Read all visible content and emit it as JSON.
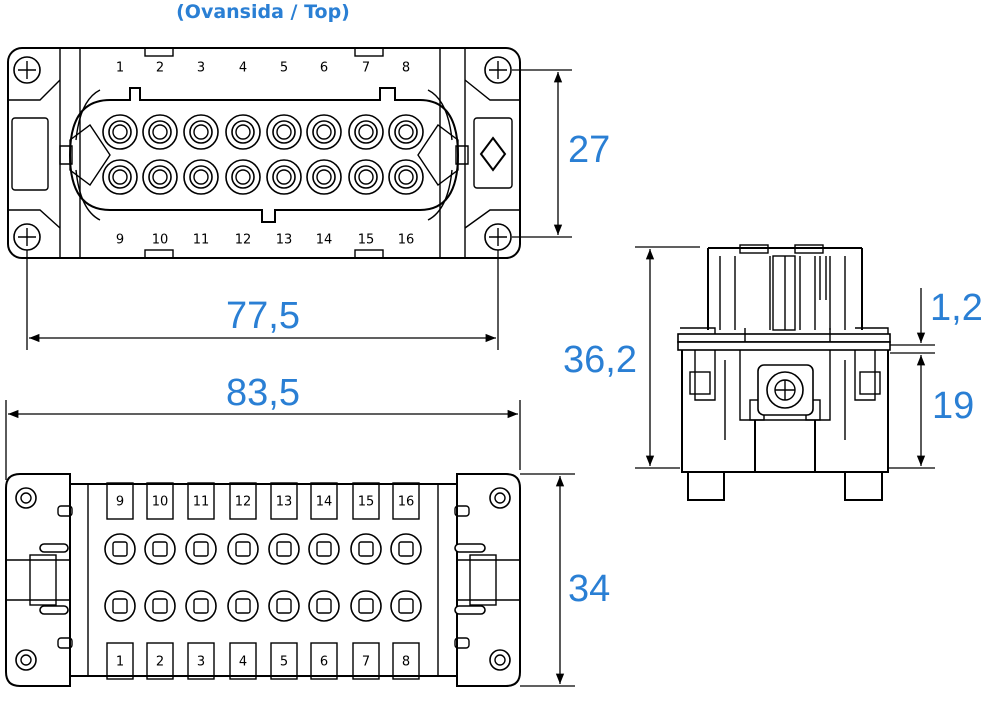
{
  "caption": "(Ovansida / Top)",
  "dimensions": {
    "top_height": "27",
    "top_hole_spacing": "77,5",
    "overall_width": "83,5",
    "side_height": "36,2",
    "side_flange": "1,2",
    "side_lower": "19",
    "bottom_height": "34"
  },
  "top_view": {
    "upper_row_labels": [
      "1",
      "2",
      "3",
      "4",
      "5",
      "6",
      "7",
      "8"
    ],
    "lower_row_labels": [
      "9",
      "10",
      "11",
      "12",
      "13",
      "14",
      "15",
      "16"
    ]
  },
  "bottom_view": {
    "upper_row_labels": [
      "9",
      "10",
      "11",
      "12",
      "13",
      "14",
      "15",
      "16"
    ],
    "lower_row_labels": [
      "1",
      "2",
      "3",
      "4",
      "5",
      "6",
      "7",
      "8"
    ]
  },
  "colors": {
    "accent": "#2a7fd4",
    "line": "#000000",
    "fill": "#e6e6e6"
  }
}
